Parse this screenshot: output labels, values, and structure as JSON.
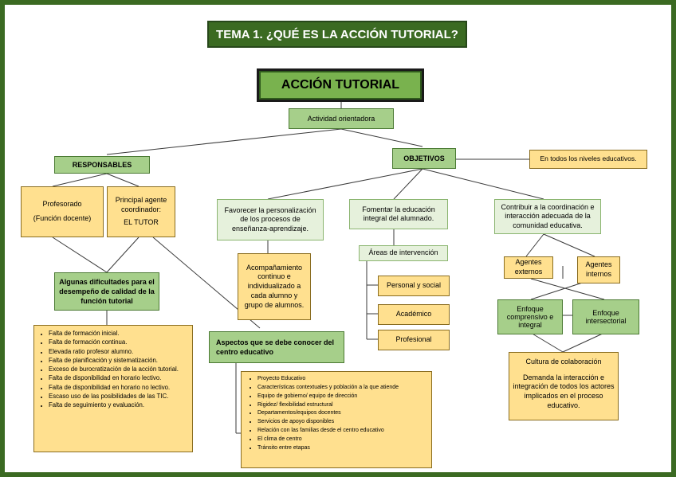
{
  "title": "TEMA 1. ¿QUÉ ES LA ACCIÓN TUTORIAL?",
  "main": "ACCIÓN TUTORIAL",
  "actividad": "Actividad orientadora",
  "responsables": "RESPONSABLES",
  "objetivos": "OBJETIVOS",
  "niveles": "En todos los niveles educativos.",
  "profesorado": {
    "line1": "Profesorado",
    "line2": "(Función docente)"
  },
  "principal": {
    "line1": "Principal agente coordinador:",
    "line2": "EL TUTOR"
  },
  "obj1": "Favorecer la personalización de los procesos de enseñanza-aprendizaje.",
  "obj2": "Fomentar la educación integral del alumnado.",
  "obj3": "Contribuir a la coordinación e interacción adecuada de la comunidad educativa.",
  "acompanamiento": "Acompañamiento continuo e individualizado a cada alumno y grupo de alumnos.",
  "areas": {
    "title": "Áreas de intervención",
    "items": [
      "Personal y social",
      "Académico",
      "Profesional"
    ]
  },
  "agentes_externos": "Agentes externos",
  "agentes_internos": "Agentes internos",
  "enfoque_comprensivo": "Enfoque comprensivo e integral",
  "enfoque_intersectorial": "Enfoque intersectorial",
  "cultura": {
    "title": "Cultura de colaboración",
    "text": "Demanda la interacción e integración de todos los actores implicados en el proceso educativo."
  },
  "dificultades": {
    "title": "Algunas dificultades para el desempeño de calidad de la función tutorial",
    "items": [
      "Falta de formación inicial.",
      "Falta de formación continua.",
      "Elevada ratio profesor alumno.",
      "Falta de planificación y sistematización.",
      "Exceso de burocratización de la acción tutorial.",
      "Falta de disponibilidad en horario lectivo.",
      "Falta de disponibilidad en horario no lectivo.",
      "Escaso uso de las posibilidades de las TIC.",
      "Falta de seguimiento y evaluación."
    ]
  },
  "aspectos": {
    "title": "Aspectos que se debe conocer del centro educativo",
    "items": [
      "Proyecto Educativo",
      "Características contextuales y población a la que atiende",
      "Equipo de gobierno/ equipo de dirección",
      "Rigidez/ flexibilidad estructural",
      "Departamentos/equipos docentes",
      "Servicios de apoyo disponibles",
      "Relación con las familias desde el centro educativo",
      "El clima de centro",
      "Tránsito entre etapas"
    ]
  }
}
